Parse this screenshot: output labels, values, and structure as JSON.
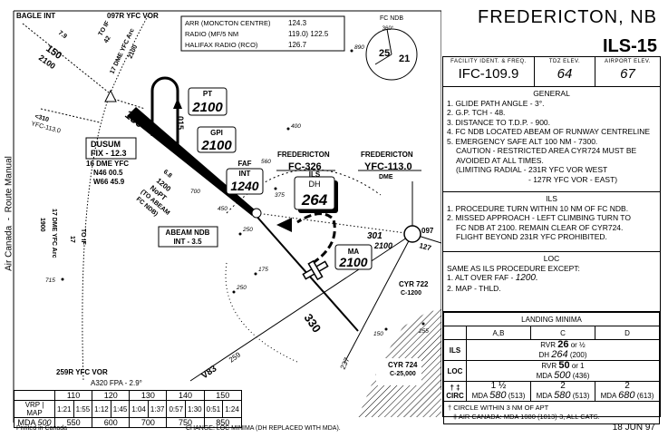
{
  "header": {
    "city": "FREDERICTON, NB",
    "procedure": "ILS-15",
    "side_label": "Air Canada  -  Route Manual"
  },
  "facility": {
    "ident_caption": "FACILITY IDENT. & FREQ.",
    "ident": "IFC-109.9",
    "tdz_caption": "TDZ ELEV.",
    "tdz": "64",
    "apt_caption": "AIRPORT ELEV.",
    "apt": "67"
  },
  "general": {
    "heading": "GENERAL",
    "lines": [
      "1. GLIDE PATH ANGLE - 3°.",
      "2. G.P. TCH - 48.",
      "3. DISTANCE TO T.D.P. - 900.",
      "4. FC NDB LOCATED ABEAM OF RUNWAY CENTRELINE",
      "5. EMERGENCY SAFE ALT 100 NM - 7300."
    ],
    "caution": [
      "CAUTION - RESTRICTED AREA CYR724 MUST BE",
      "AVOIDED AT ALL TIMES.",
      "(LIMITING RADIAL - 231R YFC VOR   WEST",
      "- 127R YFC VOR - EAST)"
    ]
  },
  "ils_notes": {
    "heading": "ILS",
    "lines": [
      "1. PROCEDURE TURN WITHIN 10 NM OF FC NDB.",
      "2. MISSED APPROACH - LEFT CLIMBING TURN TO"
    ],
    "cont": [
      "FC NDB AT 2100. REMAIN CLEAR OF CYR724.",
      "FLIGHT BEYOND 231R YFC PROHIBITED."
    ]
  },
  "loc_notes": {
    "heading": "LOC",
    "intro": "SAME AS ILS PROCEDURE EXCEPT:",
    "l1": "1. ALT OVER FAF - ",
    "l1v": "1200.",
    "l2": "2. MAP - THLD."
  },
  "minima": {
    "heading": "LANDING MINIMA",
    "cats": [
      "A,B",
      "C",
      "D"
    ],
    "ils": {
      "label": "ILS",
      "rvr_pre": "RVR",
      "rvr": "26",
      "rvr_post": "or ½",
      "dh_pre": "DH",
      "dh": "264",
      "dh_post": "(200)"
    },
    "loc": {
      "label": "LOC",
      "rvr_pre": "RVR",
      "rvr": "50",
      "rvr_post": "or 1",
      "mda_pre": "MDA",
      "mda": "500",
      "mda_post": "(436)"
    },
    "circ": {
      "label": "CIRC",
      "mark": "† ‡",
      "cells": [
        {
          "vis": "1 ½",
          "mda": "580",
          "hat": "(513)"
        },
        {
          "vis": "2",
          "mda": "580",
          "hat": "(513)"
        },
        {
          "vis": "2",
          "mda": "680",
          "hat": "(613)"
        }
      ]
    },
    "notes": [
      "† CIRCLE WITHIN 3 NM OF APT",
      "‡ AIR CANADA: MDA 1080 (1013)-3, ALL CATS."
    ]
  },
  "date": "18 JUN 97",
  "footer": {
    "printed": "Printed in Canada",
    "change": "CHANGE:  LOC MINIMA (DH REPLACED WITH MDA)."
  },
  "speed_table": {
    "fpa": "A320 FPA - 2.9°",
    "speeds": [
      "110",
      "120",
      "130",
      "140",
      "150"
    ],
    "vrp": "VRP",
    "map": "MAP",
    "times": [
      [
        "1:21",
        "1:55"
      ],
      [
        "1:12",
        "1:45"
      ],
      [
        "1:04",
        "1:37"
      ],
      [
        "0:57",
        "1:30"
      ],
      [
        "0:51",
        "1:24"
      ]
    ],
    "mda_label": "MDA",
    "mda": "500",
    "mdas": [
      "550",
      "600",
      "700",
      "750",
      "850"
    ]
  },
  "comms": {
    "rows": [
      {
        "name": "ARR (MONCTON CENTRE)",
        "freq": "124.3"
      },
      {
        "name": "RADIO            (MF/5 NM",
        "freq": "119.0) 122.5"
      },
      {
        "name": "HALIFAX RADIO (RCO)",
        "freq": "126.7"
      }
    ]
  },
  "map": {
    "bagle": "BAGLE INT",
    "vor097": "097R YFC VOR",
    "vor259": "259R YFC VOR",
    "bagle_crs": "150",
    "bagle_alt": "2100",
    "bagle_dist": "7.9",
    "to_if_top": "TO IF",
    "to_if_top_dist": "42",
    "arc_top": "17 DME YFC Arc",
    "arc_top_alt": "2100",
    "radial310": "<310",
    "yfc": "YFC-113.0",
    "crs150": "150",
    "pt_crs": "015",
    "dusum1": "DUSUM",
    "dusum2": "FIX - 12.3",
    "dusum3": "16 DME YFC",
    "dusum4": "N46 00.5",
    "dusum5": "W66 45.9",
    "pt_label": "PT",
    "pt_alt": "2100",
    "gpi_label": "GPI",
    "gpi_alt": "2100",
    "faf1": "FAF",
    "faf2": "INT",
    "faf_alt": "1240",
    "nopt_dist": "6.8",
    "nopt1": "1200",
    "nopt2": "NoPT",
    "nopt3": "(TO ABEAM",
    "nopt4": "FC NDB)",
    "abeam1": "ABEAM NDB",
    "abeam2": "INT - 3.5",
    "ndb_name": "FREDERICTON",
    "ndb_id": "FC-326",
    "vor_name": "FREDERICTON",
    "vor_id": "YFC-113.0",
    "vor_dme": "DME",
    "dh_label1": "ILS",
    "dh_label2": "DH",
    "dh": "264",
    "ma_label": "MA",
    "ma_alt": "2100",
    "r301": "301",
    "r301_alt": "2100",
    "r097": "097",
    "r127": "127",
    "crs330": "330",
    "r259": "259",
    "r237": "237",
    "v83": "V83",
    "cyr722": "CYR 722",
    "cyr722_alt": "C-1200",
    "cyr724": "CYR 724",
    "cyr724_alt": "C-25,000",
    "arc_left": "17 DME YFC Arc",
    "arc_left_alt": "1900",
    "to_if_left": "TO IF",
    "to_if_left_dist": "17",
    "msa_title": "FC NDB",
    "msa_bearing": "360°",
    "msa_w": "25",
    "msa_e": "21",
    "elev": {
      "e890": "890",
      "e400": "400",
      "e560": "560",
      "e375": "375",
      "e700": "700",
      "e450": "450",
      "e250a": "250",
      "e175": "175",
      "e250b": "250",
      "e150": "150",
      "e255": "255",
      "e715": "715"
    }
  }
}
